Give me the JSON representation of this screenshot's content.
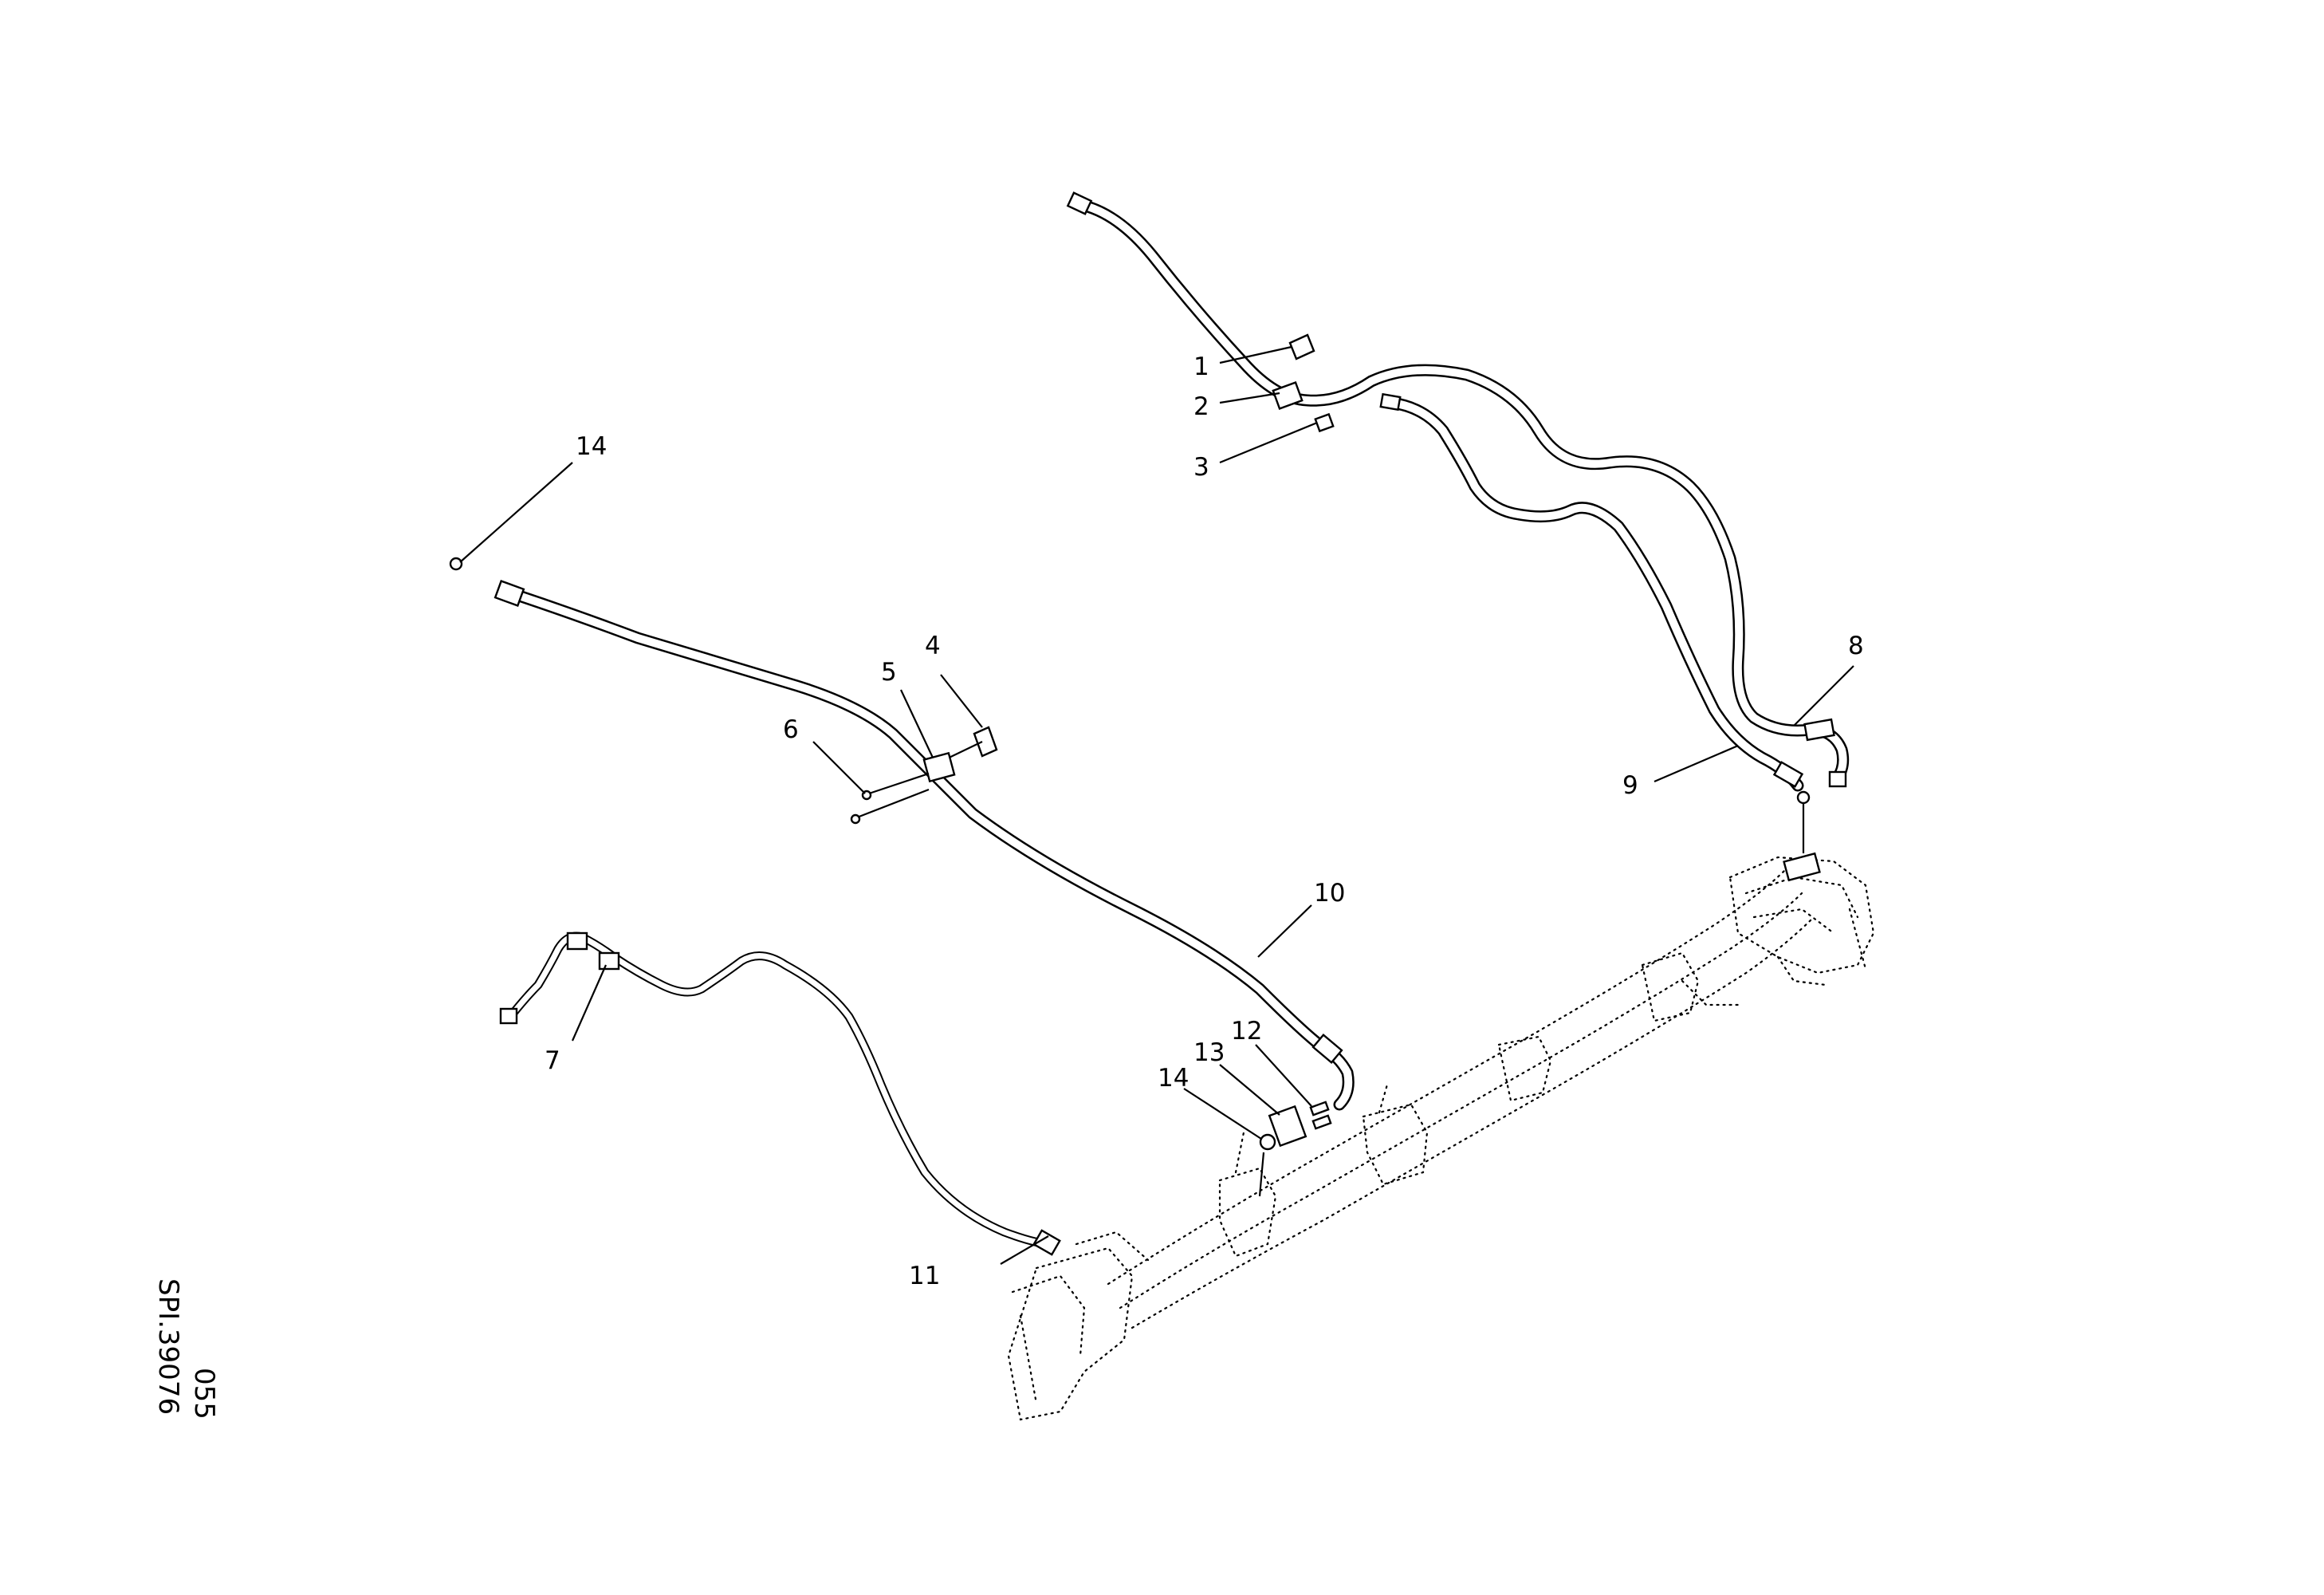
{
  "drawing": {
    "code_line1": "SPI.39076",
    "code_line2": "055"
  },
  "callouts": [
    {
      "id": "c1",
      "text": "1"
    },
    {
      "id": "c2",
      "text": "2"
    },
    {
      "id": "c3",
      "text": "3"
    },
    {
      "id": "c4",
      "text": "4"
    },
    {
      "id": "c5",
      "text": "5"
    },
    {
      "id": "c6",
      "text": "6"
    },
    {
      "id": "c7",
      "text": "7"
    },
    {
      "id": "c8",
      "text": "8"
    },
    {
      "id": "c9",
      "text": "9"
    },
    {
      "id": "c10",
      "text": "10"
    },
    {
      "id": "c11",
      "text": "11"
    },
    {
      "id": "c12",
      "text": "12"
    },
    {
      "id": "c13",
      "text": "13"
    },
    {
      "id": "c14a",
      "text": "14"
    },
    {
      "id": "c14b",
      "text": "14"
    }
  ]
}
